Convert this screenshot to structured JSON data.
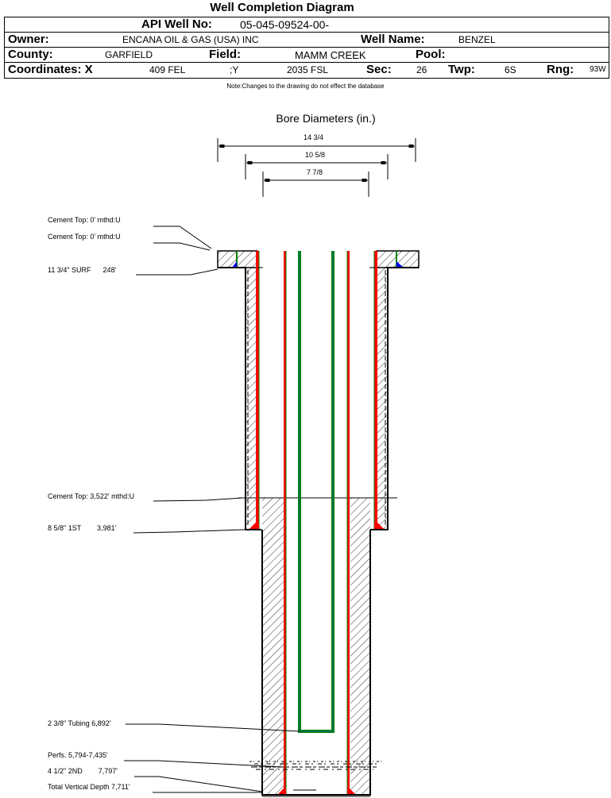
{
  "title": "Well Completion Diagram",
  "header": {
    "api_label": "API Well No:",
    "api_value": "05-045-09524-00-",
    "owner_label": "Owner:",
    "owner_value": "ENCANA OIL & GAS (USA) INC",
    "well_name_label": "Well Name:",
    "well_name_value": "BENZEL",
    "county_label": "County:",
    "county_value": "GARFIELD",
    "field_label": "Field:",
    "field_value": "MAMM CREEK",
    "pool_label": "Pool:",
    "pool_value": "",
    "coords_label": "Coordinates: X",
    "x_value": "409 FEL",
    "y_label": ";Y",
    "y_value": "2035 FSL",
    "sec_label": "Sec:",
    "sec_value": "26",
    "twp_label": "Twp:",
    "twp_value": "6S",
    "rng_label": "Rng:",
    "rng_value": "93W"
  },
  "note": "Note:Changes to the drawing do not effect the database",
  "bore_diameters": {
    "title": "Bore Diameters (in.)",
    "items": [
      {
        "label": "14 3/4",
        "value_in": 14.75
      },
      {
        "label": "10 5/8",
        "value_in": 10.625
      },
      {
        "label": "7 7/8",
        "value_in": 7.875
      }
    ]
  },
  "annotations": [
    {
      "text": "Cement Top: 0' mthd:U"
    },
    {
      "text": "Cement Top: 0' mthd:U"
    },
    {
      "text": "11 3/4\" SURF      248'"
    },
    {
      "text": "Cement Top: 3,522' mthd:U"
    },
    {
      "text": "8 5/8\" 1ST        3,981'"
    },
    {
      "text": "2 3/8\" Tubing 6,892'"
    },
    {
      "text": "Perfs. 5,794-7,435'"
    },
    {
      "text": "4 1/2\" 2ND        7,797'"
    },
    {
      "text": "Total Vertical Depth 7,711'"
    }
  ],
  "well": {
    "surface_casing": {
      "size": "11 3/4\"",
      "name": "SURF",
      "depth_ft": 248,
      "cement_top_ft": 0
    },
    "first_casing": {
      "size": "8 5/8\"",
      "name": "1ST",
      "depth_ft": 3981,
      "cement_top_ft": 3522
    },
    "second_casing": {
      "size": "4 1/2\"",
      "name": "2ND",
      "depth_ft": 7797
    },
    "tubing": {
      "size": "2 3/8\"",
      "depth_ft": 6892
    },
    "perfs_ft": [
      5794,
      7435
    ],
    "tvd_ft": 7711,
    "colors": {
      "casing": "#ff0000",
      "casing_edge": "#008000",
      "tubing": "#008040",
      "cement_shoe": "#0000ff"
    }
  }
}
